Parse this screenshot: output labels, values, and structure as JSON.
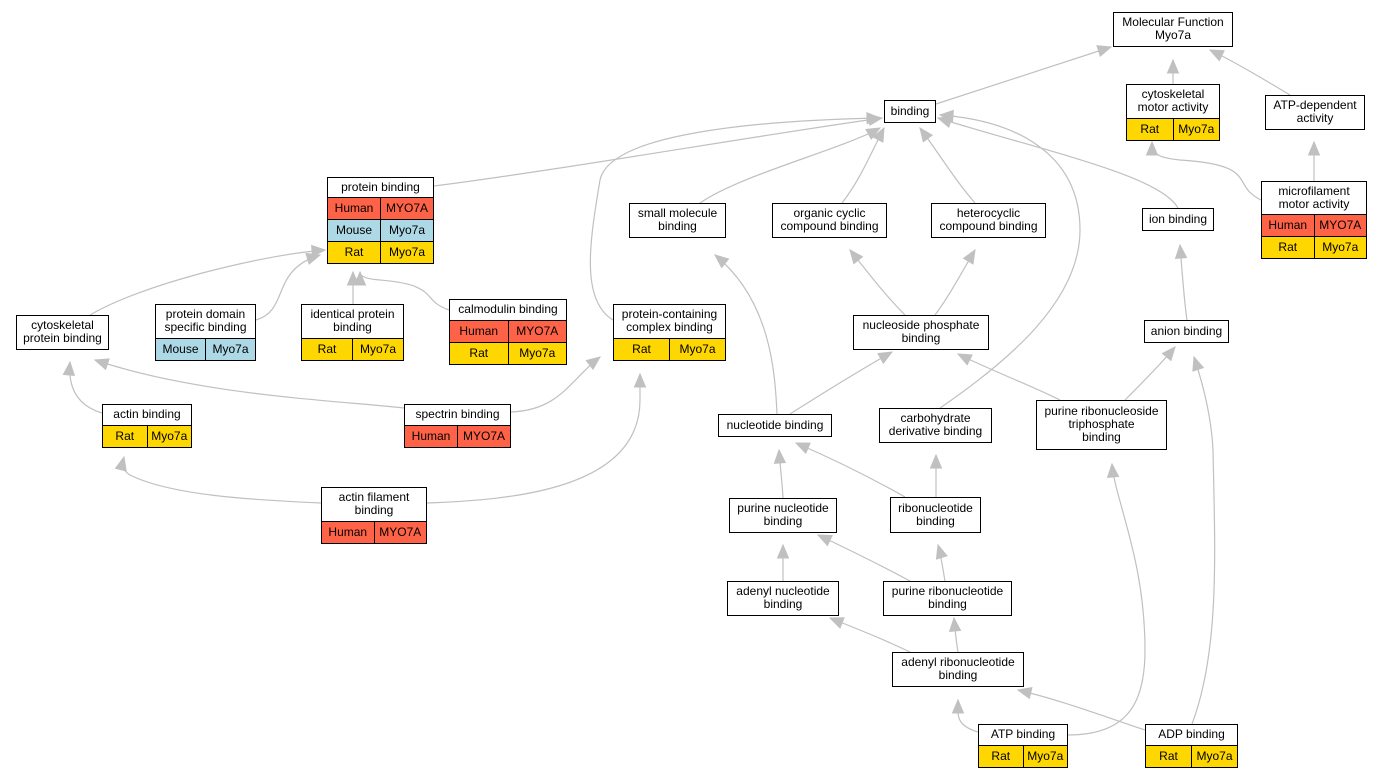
{
  "colors": {
    "human": "#ff6347",
    "mouse": "#add8e6",
    "rat": "#ffd700",
    "edge": "#c0c0c0",
    "border": "#000000"
  },
  "nodes": [
    {
      "id": "mf",
      "label": "Molecular Function\nMyo7a",
      "rows": []
    },
    {
      "id": "binding",
      "label": "binding",
      "rows": []
    },
    {
      "id": "cma",
      "label": "cytoskeletal\nmotor activity",
      "rows": [
        {
          "species": "Rat",
          "gene": "Myo7a",
          "color": "rat"
        }
      ]
    },
    {
      "id": "atpdep",
      "label": "ATP-dependent\nactivity",
      "rows": []
    },
    {
      "id": "mfma",
      "label": "microfilament\nmotor activity",
      "rows": [
        {
          "species": "Human",
          "gene": "MYO7A",
          "color": "human"
        },
        {
          "species": "Rat",
          "gene": "Myo7a",
          "color": "rat"
        }
      ]
    },
    {
      "id": "pb",
      "label": "protein binding",
      "rows": [
        {
          "species": "Human",
          "gene": "MYO7A",
          "color": "human"
        },
        {
          "species": "Mouse",
          "gene": "Myo7a",
          "color": "mouse"
        },
        {
          "species": "Rat",
          "gene": "Myo7a",
          "color": "rat"
        }
      ]
    },
    {
      "id": "smb",
      "label": "small molecule\nbinding",
      "rows": []
    },
    {
      "id": "ocb",
      "label": "organic cyclic\ncompound binding",
      "rows": []
    },
    {
      "id": "hcb",
      "label": "heterocyclic\ncompound binding",
      "rows": []
    },
    {
      "id": "ionb",
      "label": "ion binding",
      "rows": []
    },
    {
      "id": "cpb",
      "label": "cytoskeletal\nprotein binding",
      "rows": []
    },
    {
      "id": "pdsb",
      "label": "protein domain\nspecific binding",
      "rows": [
        {
          "species": "Mouse",
          "gene": "Myo7a",
          "color": "mouse"
        }
      ]
    },
    {
      "id": "ipb",
      "label": "identical protein\nbinding",
      "rows": [
        {
          "species": "Rat",
          "gene": "Myo7a",
          "color": "rat"
        }
      ]
    },
    {
      "id": "calb",
      "label": "calmodulin binding",
      "rows": [
        {
          "species": "Human",
          "gene": "MYO7A",
          "color": "human"
        },
        {
          "species": "Rat",
          "gene": "Myo7a",
          "color": "rat"
        }
      ]
    },
    {
      "id": "pccb",
      "label": "protein-containing\ncomplex binding",
      "rows": [
        {
          "species": "Rat",
          "gene": "Myo7a",
          "color": "rat"
        }
      ]
    },
    {
      "id": "npb",
      "label": "nucleoside phosphate\nbinding",
      "rows": []
    },
    {
      "id": "anb",
      "label": "anion binding",
      "rows": []
    },
    {
      "id": "actb",
      "label": "actin binding",
      "rows": [
        {
          "species": "Rat",
          "gene": "Myo7a",
          "color": "rat"
        }
      ]
    },
    {
      "id": "spb",
      "label": "spectrin binding",
      "rows": [
        {
          "species": "Human",
          "gene": "MYO7A",
          "color": "human"
        }
      ]
    },
    {
      "id": "nb",
      "label": "nucleotide binding",
      "rows": []
    },
    {
      "id": "cdb",
      "label": "carbohydrate\nderivative binding",
      "rows": []
    },
    {
      "id": "prtb",
      "label": "purine ribonucleoside\ntriphosphate\nbinding",
      "rows": []
    },
    {
      "id": "afb",
      "label": "actin filament\nbinding",
      "rows": [
        {
          "species": "Human",
          "gene": "MYO7A",
          "color": "human"
        }
      ]
    },
    {
      "id": "pnb",
      "label": "purine nucleotide\nbinding",
      "rows": []
    },
    {
      "id": "rnb",
      "label": "ribonucleotide\nbinding",
      "rows": []
    },
    {
      "id": "adnb",
      "label": "adenyl nucleotide\nbinding",
      "rows": []
    },
    {
      "id": "prnb",
      "label": "purine ribonucleotide\nbinding",
      "rows": []
    },
    {
      "id": "adrb",
      "label": "adenyl ribonucleotide\nbinding",
      "rows": []
    },
    {
      "id": "atpb",
      "label": "ATP binding",
      "rows": [
        {
          "species": "Rat",
          "gene": "Myo7a",
          "color": "rat"
        }
      ]
    },
    {
      "id": "adpb",
      "label": "ADP binding",
      "rows": [
        {
          "species": "Rat",
          "gene": "Myo7a",
          "color": "rat"
        }
      ]
    }
  ],
  "edges": [
    {
      "from": "binding",
      "to": "mf"
    },
    {
      "from": "cma",
      "to": "mf"
    },
    {
      "from": "atpdep",
      "to": "mf"
    },
    {
      "from": "mfma",
      "to": "cma"
    },
    {
      "from": "mfma",
      "to": "atpdep"
    },
    {
      "from": "pb",
      "to": "binding"
    },
    {
      "from": "smb",
      "to": "binding"
    },
    {
      "from": "ocb",
      "to": "binding"
    },
    {
      "from": "hcb",
      "to": "binding"
    },
    {
      "from": "ionb",
      "to": "binding"
    },
    {
      "from": "pccb",
      "to": "binding"
    },
    {
      "from": "cdb",
      "to": "binding"
    },
    {
      "from": "cpb",
      "to": "pb"
    },
    {
      "from": "pdsb",
      "to": "pb"
    },
    {
      "from": "ipb",
      "to": "pb"
    },
    {
      "from": "calb",
      "to": "pb"
    },
    {
      "from": "npb",
      "to": "ocb"
    },
    {
      "from": "npb",
      "to": "hcb"
    },
    {
      "from": "anb",
      "to": "ionb"
    },
    {
      "from": "actb",
      "to": "cpb"
    },
    {
      "from": "spb",
      "to": "cpb"
    },
    {
      "from": "spb",
      "to": "pccb"
    },
    {
      "from": "afb",
      "to": "actb"
    },
    {
      "from": "afb",
      "to": "pccb"
    },
    {
      "from": "nb",
      "to": "smb"
    },
    {
      "from": "nb",
      "to": "npb"
    },
    {
      "from": "prtb",
      "to": "npb"
    },
    {
      "from": "prtb",
      "to": "anb"
    },
    {
      "from": "pnb",
      "to": "nb"
    },
    {
      "from": "rnb",
      "to": "nb"
    },
    {
      "from": "rnb",
      "to": "cdb"
    },
    {
      "from": "adnb",
      "to": "pnb"
    },
    {
      "from": "prnb",
      "to": "pnb"
    },
    {
      "from": "prnb",
      "to": "rnb"
    },
    {
      "from": "adrb",
      "to": "adnb"
    },
    {
      "from": "adrb",
      "to": "prnb"
    },
    {
      "from": "atpb",
      "to": "adrb"
    },
    {
      "from": "atpb",
      "to": "prtb"
    },
    {
      "from": "adpb",
      "to": "adrb"
    },
    {
      "from": "adpb",
      "to": "anb"
    }
  ]
}
